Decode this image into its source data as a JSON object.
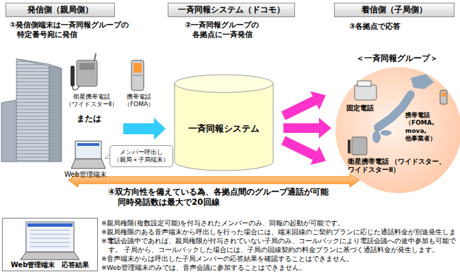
{
  "diagram": {
    "nodes": [
      {
        "text": [
          "発信側（親局側）"
        ]
      },
      {
        "text": [
          "一斉同報システム（ドコモ）"
        ]
      },
      {
        "text": [
          "着信側（子局側）"
        ]
      },
      {
        "text": [
          "一斉同報システム"
        ]
      },
      {
        "text": [
          "＜一斉同報グループ＞",
          "固定電話",
          "携帯電話 （FOMA, mova, 他事業者）",
          "衛星携帯電話 （ワイドスター、ワイドスターⅡ）"
        ]
      },
      {
        "text": [
          "メンバー呼出し （親局＋子局端末）"
        ]
      },
      {
        "text": [
          "Web管理端末　応答結果"
        ]
      }
    ],
    "edges": [
      {
        "from": 3,
        "to": 4,
        "arrow": "to"
      }
    ],
    "labels": [
      "①発信側端末は一斉同報グループの特定番号宛に発信",
      "②一斉同報グループの 各拠点に一斉発信",
      "③各拠点で応答",
      "衛星携帯電話 （ワイドスターⅡ）",
      "携帯電話 （FOMA）",
      "または",
      "Web管理端末",
      "④双方向性を備えている為、各拠点間のグループ通話が可能 同時発話数は最大で20回線",
      "※親局権限(複数設定可能)を付与されたメンバーのみ、同報の起動が可能です。",
      "※親局権限のある音声端末から呼出しを行った場合には、端末回線のご契約プランに応じた通話料金が別途発生します。",
      "※電話会議中であれば、親局権限が付与されていない子局のみ、コールバックにより電話会議への途中参加も可能です。 子局から、コールバックした場合には、子局の回線契約の料金プランに基づく通話料金が発生します。",
      "※音声端末からは呼出した子局メンバーの応答結果を確認することはできません。",
      "※Web管理端末のみでは、音声会議に参加することはできません。"
    ]
  }
}
